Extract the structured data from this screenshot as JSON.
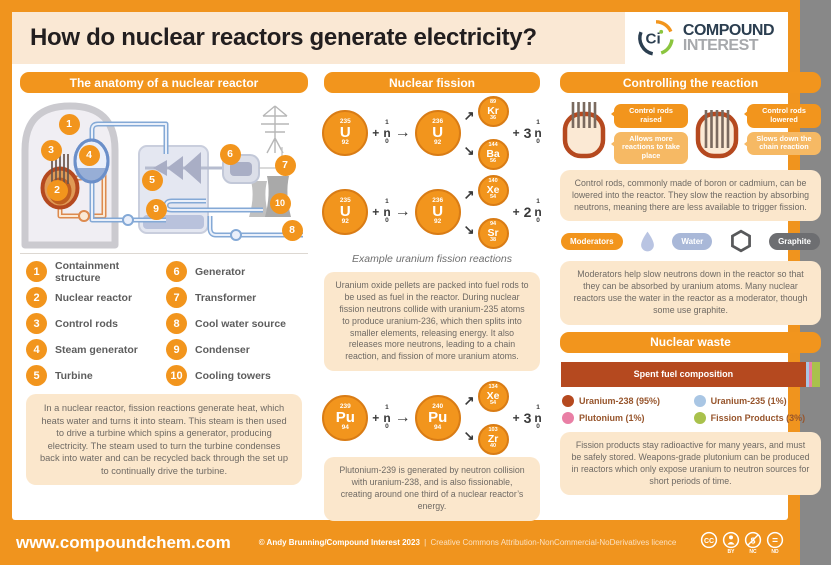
{
  "header": {
    "title": "How do nuclear reactors generate electricity?",
    "logo_mark": "Ci",
    "logo_line1": "COMPOUND",
    "logo_line2": "INTEREST"
  },
  "anatomy": {
    "title": "The anatomy of a nuclear reactor",
    "legend": [
      {
        "num": "1",
        "label": "Containment structure"
      },
      {
        "num": "2",
        "label": "Nuclear reactor"
      },
      {
        "num": "3",
        "label": "Control rods"
      },
      {
        "num": "4",
        "label": "Steam generator"
      },
      {
        "num": "5",
        "label": "Turbine"
      },
      {
        "num": "6",
        "label": "Generator"
      },
      {
        "num": "7",
        "label": "Transformer"
      },
      {
        "num": "8",
        "label": "Cool water source"
      },
      {
        "num": "9",
        "label": "Condenser"
      },
      {
        "num": "10",
        "label": "Cooling towers"
      }
    ],
    "summary": "In a nuclear reactor, fission reactions generate heat, which heats water and turns it into steam. This steam is then used to drive a turbine which spins a generator, producing electricity. The steam used to turn the turbine condenses back into water and can be recycled back through the set up to continually drive the turbine."
  },
  "fission": {
    "title": "Nuclear fission",
    "caption": "Example uranium fission reactions",
    "uranium_text": "Uranium oxide pellets are packed into fuel rods to be used as fuel in the reactor. During nuclear fission neutrons collide with uranium-235 atoms to produce uranium-236, which then splits into smaller elements, releasing energy. It also releases more neutrons, leading to a chain reaction, and fission of more uranium atoms.",
    "plutonium_text": "Plutonium-239 is generated by neutron collision with uranium-238, and is also fissionable, creating around one third of a nuclear reactor’s energy.",
    "neutron": {
      "sym": "n",
      "sup": "1",
      "sub": "0"
    },
    "symbols": {
      "plus": "+",
      "arrow": "→",
      "up": "↗",
      "down": "↘"
    },
    "reactions": [
      {
        "reactant": {
          "mass": "235",
          "sym": "U",
          "num": "92"
        },
        "intermediate": {
          "mass": "236",
          "sym": "U",
          "num": "92"
        },
        "products": [
          {
            "mass": "89",
            "sym": "Kr",
            "num": "36"
          },
          {
            "mass": "144",
            "sym": "Ba",
            "num": "56"
          }
        ],
        "neutrons": "3"
      },
      {
        "reactant": {
          "mass": "235",
          "sym": "U",
          "num": "92"
        },
        "intermediate": {
          "mass": "236",
          "sym": "U",
          "num": "92"
        },
        "products": [
          {
            "mass": "140",
            "sym": "Xe",
            "num": "54"
          },
          {
            "mass": "94",
            "sym": "Sr",
            "num": "38"
          }
        ],
        "neutrons": "2"
      },
      {
        "reactant": {
          "mass": "239",
          "sym": "Pu",
          "num": "94"
        },
        "intermediate": {
          "mass": "240",
          "sym": "Pu",
          "num": "94"
        },
        "products": [
          {
            "mass": "134",
            "sym": "Xe",
            "num": "54"
          },
          {
            "mass": "103",
            "sym": "Zr",
            "num": "40"
          }
        ],
        "neutrons": "3"
      }
    ]
  },
  "controlling": {
    "title": "Controlling the reaction",
    "bubbles": [
      {
        "title": "Control rods raised",
        "desc": "Allows more reactions to take place"
      },
      {
        "title": "Control rods lowered",
        "desc": "Slows down the chain reaction"
      }
    ],
    "control_text": "Control rods, commonly made of boron or cadmium, can be lowered into the reactor. They slow the reaction by absorbing neutrons, meaning there are less available to trigger fission.",
    "moderators_label": "Moderators",
    "moderator_options": [
      {
        "label": "Water",
        "color": "#a9b8d8"
      },
      {
        "label": "Graphite",
        "color": "#6d6e71"
      }
    ],
    "moderator_text": "Moderators help slow neutrons down in the reactor so that they can be absorbed by uranium atoms. Many nuclear reactors use the water in the reactor as a moderator, though some use graphite."
  },
  "waste": {
    "title": "Nuclear waste",
    "bar_label": "Spent fuel composition",
    "legend": [
      {
        "label": "Uranium-238 (95%)",
        "color": "#b5491f"
      },
      {
        "label": "Uranium-235 (1%)",
        "color": "#a9c6e4"
      },
      {
        "label": "Plutonium (1%)",
        "color": "#e97fa5"
      },
      {
        "label": "Fission Products (3%)",
        "color": "#a9c14c"
      }
    ],
    "waste_text": "Fission products stay radioactive for many years, and must be safely stored. Weapons-grade plutonium can be produced in reactors which only expose uranium to neutron sources for short periods of time."
  },
  "chart_data": {
    "type": "bar",
    "title": "Spent fuel composition",
    "categories": [
      "Uranium-238",
      "Uranium-235",
      "Plutonium",
      "Fission Products"
    ],
    "values": [
      95,
      1,
      1,
      3
    ],
    "unit": "%",
    "colors": [
      "#b5491f",
      "#a9c6e4",
      "#e97fa5",
      "#a9c14c"
    ],
    "legend_position": "below"
  },
  "accent_colors": {
    "orange": "#f2951d",
    "cream": "#fbe7cc",
    "brown": "#b5491f"
  },
  "footer": {
    "website": "www.compoundchem.com",
    "credit": "© Andy Brunning/Compound Interest 2023",
    "separator": "|",
    "licence": "Creative Commons Attribution-NonCommercial-NoDerivatives licence",
    "cc_badges": [
      {
        "name": "cc",
        "label": ""
      },
      {
        "name": "by",
        "label": "BY"
      },
      {
        "name": "nc",
        "label": "NC"
      },
      {
        "name": "nd",
        "label": "ND"
      }
    ]
  }
}
